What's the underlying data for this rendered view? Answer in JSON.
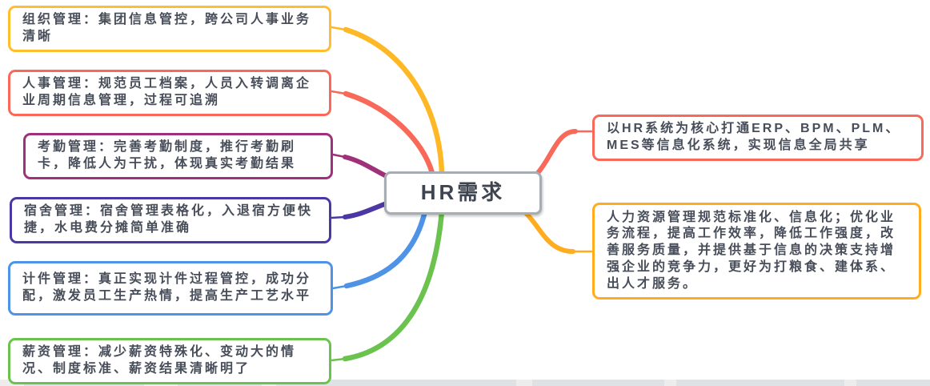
{
  "diagram": {
    "type": "mindmap",
    "background": "#FFFFFF",
    "text_color": "#474D59",
    "center": {
      "label": "HR需求",
      "border_color": "#A6ADB5"
    },
    "left_nodes": [
      {
        "text": "组织管理：集团信息管控，跨公司人事业务清晰",
        "color": "#FFBE2D"
      },
      {
        "text": "人事管理：规范员工档案，人员入转调离企业周期信息管理，过程可追溯",
        "color": "#F8695A"
      },
      {
        "text": "考勤管理：完善考勤制度，推行考勤刷卡，降低人为干扰，体现真实考勤结果",
        "color": "#9E3179"
      },
      {
        "text": "宿舍管理：宿舍管理表格化，入退宿方便快捷，水电费分摊简单准确",
        "color": "#4C38A4"
      },
      {
        "text": "计件管理：真正实现计件过程管控，成功分配，激发员工生产热情，提高生产工艺水平",
        "color": "#4E93E6"
      },
      {
        "text": "薪资管理：减少薪资特殊化、变动大的情况、制度标准、薪资结果清晰明了",
        "color": "#6BC24F"
      }
    ],
    "right_nodes": [
      {
        "text": "以HR系统为核心打通ERP、BPM、PLM、MES等信息化系统，实现信息全局共享",
        "color": "#F8695A"
      },
      {
        "text": "人力资源管理规范标准化、信息化；优化业务流程，提高工作效率，降低工作强度，改善服务质量，并提供基于信息的决策支持增强企业的竞争力，更好为打粮食、建体系、出人才服务。",
        "color": "#FFAD1F"
      }
    ],
    "branch_colors": {
      "org": "#FFB825",
      "personnel": "#F8695A",
      "attendance": "#9E3179",
      "dormitory": "#4C38A4",
      "piecework": "#4E93E6",
      "salary": "#6BC24F",
      "integration": "#F8695A",
      "hr_value": "#FFAD1F"
    }
  }
}
